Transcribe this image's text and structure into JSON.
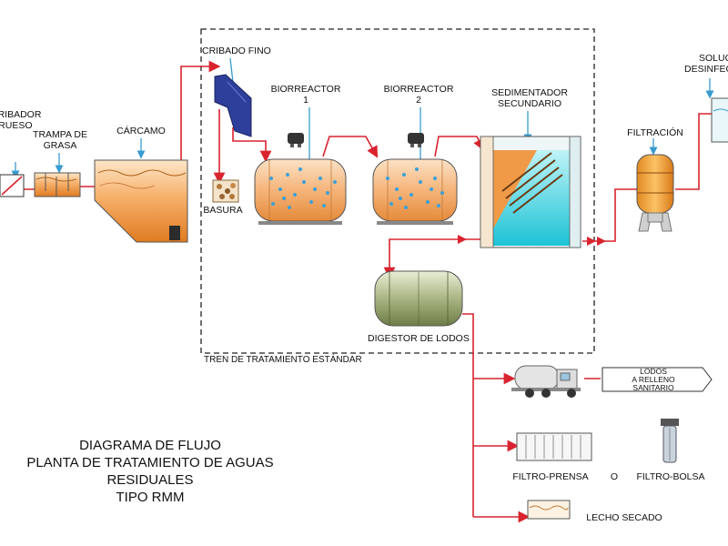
{
  "labels": {
    "cribador": [
      "CRIBADOR",
      "GRUESO"
    ],
    "trampa": [
      "TRAMPA DE",
      "GRASA"
    ],
    "carcamo": "CÁRCAMO",
    "cribado_fino": "CRIBADO FINO",
    "basura": "BASURA",
    "bio1": [
      "BIORREACTOR",
      "1"
    ],
    "bio2": [
      "BIORREACTOR",
      "2"
    ],
    "sedimentador": [
      "SEDIMENTADOR",
      "SECUNDARIO"
    ],
    "filtracion": "FILTRACIÓN",
    "solucion": [
      "SOLUCIÓN",
      "DESINFECTANTE"
    ],
    "digestor": "DIGESTOR DE LODOS",
    "tren": "TREN DE TRATAMIENTO ESTÁNDAR",
    "lodos": [
      "LODOS",
      "A RELLENO",
      "SANITARIO"
    ],
    "filtro_prensa": "FILTRO-PRENSA",
    "o": "O",
    "filtro_bolsa": "FILTRO-BOLSA",
    "lecho": "LECHO SECADO"
  },
  "title_lines": [
    "DIAGRAMA DE FLUJO",
    "PLANTA DE TRATAMIENTO DE AGUAS",
    "RESIDUALES",
    "TIPO RMM"
  ],
  "colors": {
    "pipe": "#d9232e",
    "signal": "#4aa8d8",
    "tank_orange": "#f08a2c",
    "tank_light": "#fbd9b0",
    "screen_blue": "#2d3f9a",
    "sed_cyan": "#25c8d8",
    "digester_olive": "#7c8b55",
    "filter_orange": "#f0a030"
  }
}
